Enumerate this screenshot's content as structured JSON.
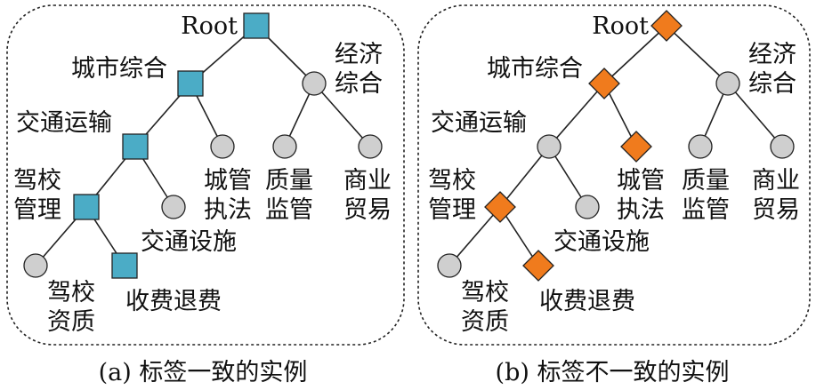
{
  "colors": {
    "square_fill": "#4bacc6",
    "diamond_fill": "#f07b1d",
    "circle_fill": "#cfcfcf",
    "stroke": "#222222"
  },
  "panels": [
    {
      "id": "a",
      "caption": "(a) 标签一致的实例",
      "marker_shape": "square",
      "nodes": {
        "root": "Root",
        "n1": "城市综合",
        "n2": [
          "经济",
          "综合"
        ],
        "n3": "交通运输",
        "n4": [
          "城管",
          "执法"
        ],
        "n5": [
          "质量",
          "监管"
        ],
        "n6": [
          "商业",
          "贸易"
        ],
        "n7": [
          "驾校",
          "管理"
        ],
        "n8": "交通设施",
        "n9": [
          "驾校",
          "资质"
        ],
        "n10": "收费退费"
      },
      "highlighted": [
        "root",
        "n1",
        "n3",
        "n7",
        "n10"
      ]
    },
    {
      "id": "b",
      "caption": "(b) 标签不一致的实例",
      "marker_shape": "diamond",
      "nodes": {
        "root": "Root",
        "n1": "城市综合",
        "n2": [
          "经济",
          "综合"
        ],
        "n3": "交通运输",
        "n4": [
          "城管",
          "执法"
        ],
        "n5": [
          "质量",
          "监管"
        ],
        "n6": [
          "商业",
          "贸易"
        ],
        "n7": [
          "驾校",
          "管理"
        ],
        "n8": "交通设施",
        "n9": [
          "驾校",
          "资质"
        ],
        "n10": "收费退费"
      },
      "highlighted": [
        "root",
        "n1",
        "n4",
        "n7",
        "n10"
      ]
    }
  ]
}
